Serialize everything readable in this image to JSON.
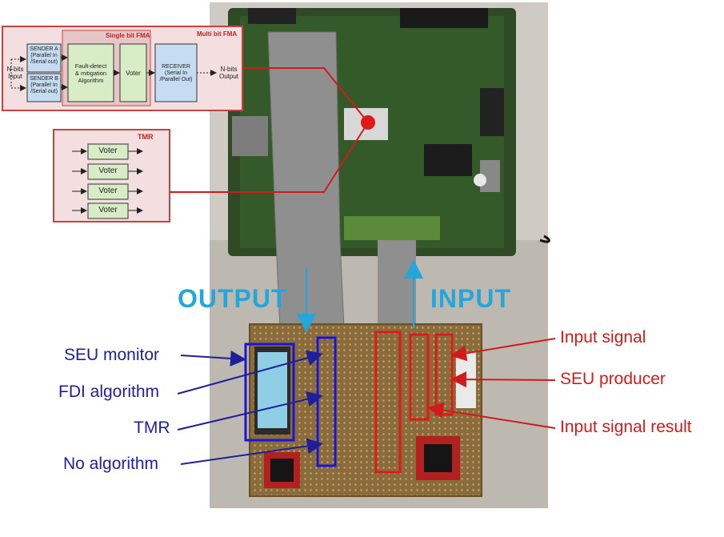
{
  "fma_box": {
    "single_bit_label": "Single bit FMA",
    "multi_bit_label": "Multi bit FMA",
    "nbits_input": [
      "N-bits",
      "Input"
    ],
    "sender_a": {
      "title": "SENDER A",
      "line1": "(Parallel In",
      "line2": "/Serial out)"
    },
    "sender_b": {
      "title": "SENDER B",
      "line1": "(Parallel In",
      "line2": "/Serial out)"
    },
    "fault_block": [
      "Fault-detect",
      "& mitigation",
      "Algorithm"
    ],
    "voter": "Voter",
    "receiver": {
      "title": "RECEIVER",
      "line1": "(Serial In",
      "line2": "/Parallel Out)"
    },
    "nbits_output": [
      "N-bits",
      "Output"
    ]
  },
  "tmr_box": {
    "title": "TMR",
    "voters": [
      "Voter",
      "Voter",
      "Voter",
      "Voter"
    ]
  },
  "arrows_text": {
    "output": "OUTPUT",
    "input": "INPUT"
  },
  "left_labels": [
    "SEU monitor",
    "FDI algorithm",
    "TMR",
    "No algorithm"
  ],
  "right_labels": [
    "Input signal",
    "SEU producer",
    "Input signal result"
  ],
  "colors": {
    "blue_label": "#1f1f9a",
    "red_label": "#d11a1a",
    "arrow_cyan": "#22a6dc",
    "panel_fill": "#f3dfdf",
    "panel_border": "#c44444"
  }
}
